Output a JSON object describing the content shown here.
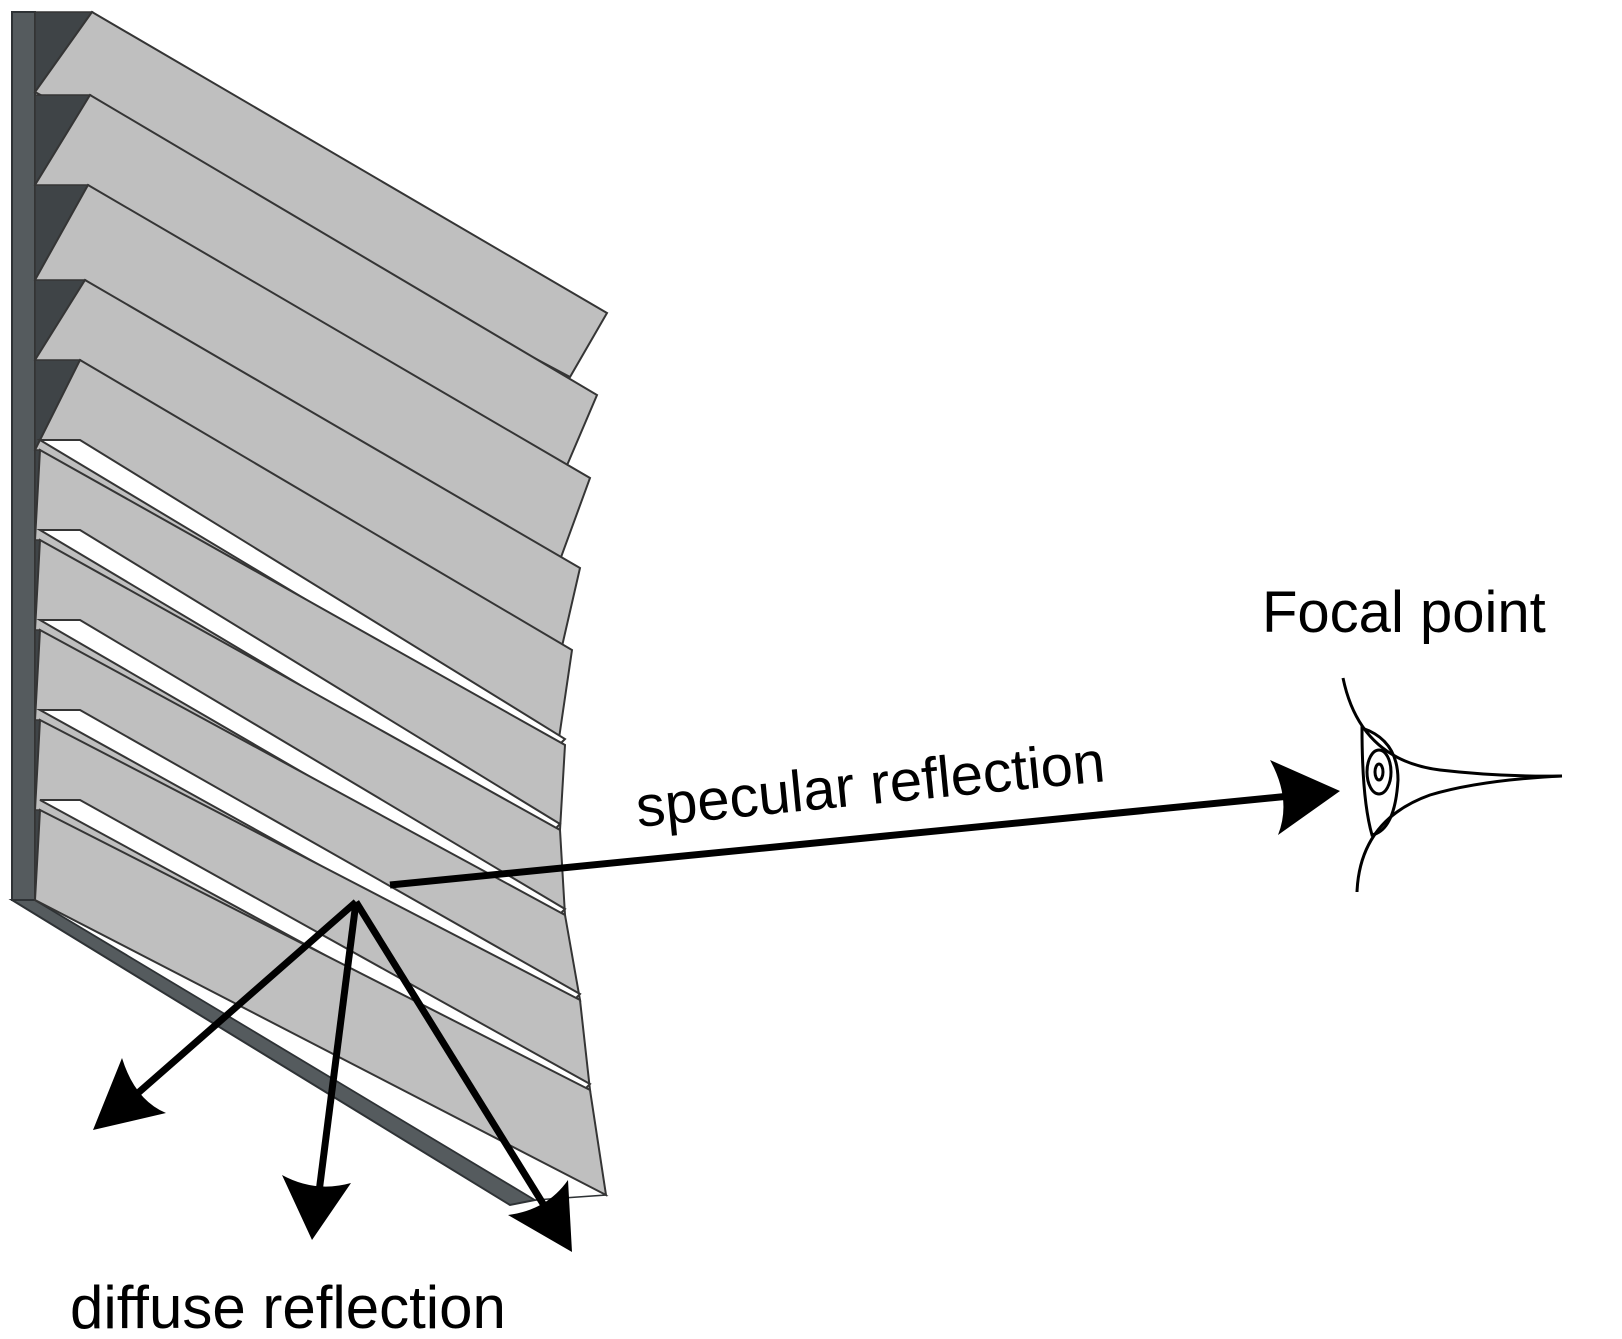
{
  "labels": {
    "focal_point": "Focal point",
    "specular_reflection": "specular reflection",
    "diffuse_reflection": "diffuse reflection"
  },
  "colors": {
    "wall": "#555b5e",
    "wall_dark": "#3f4447",
    "slat_face": "#bfbfbf",
    "slat_edge": "#353535",
    "arrow": "#000000",
    "background": "#ffffff"
  },
  "icons": {
    "eye": "eye-icon"
  }
}
